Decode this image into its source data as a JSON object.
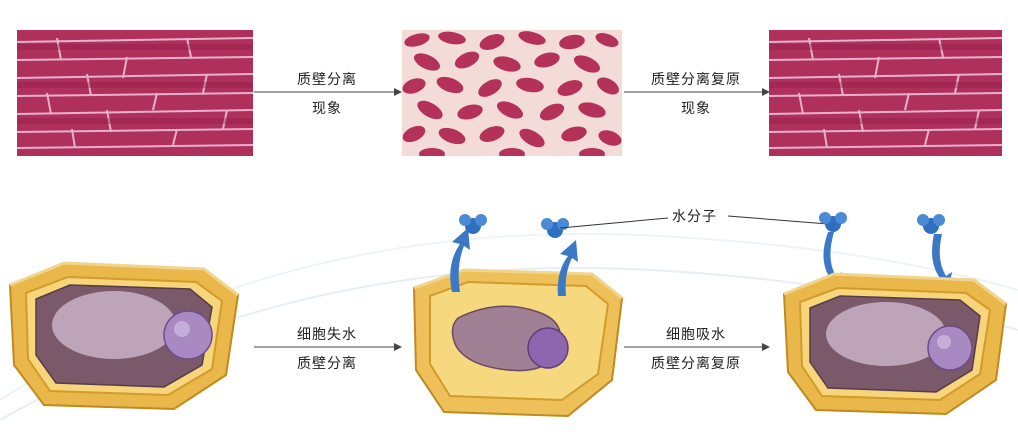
{
  "top_row": {
    "arrow1_line1": "质壁分离",
    "arrow1_line2": "现象",
    "arrow2_line1": "质壁分离复原",
    "arrow2_line2": "现象"
  },
  "bottom_row": {
    "arrow1_line1": "细胞失水",
    "arrow1_line2": "质壁分离",
    "arrow2_line1": "细胞吸水",
    "arrow2_line2": "质壁分离复原",
    "water_label": "水分子"
  }
}
